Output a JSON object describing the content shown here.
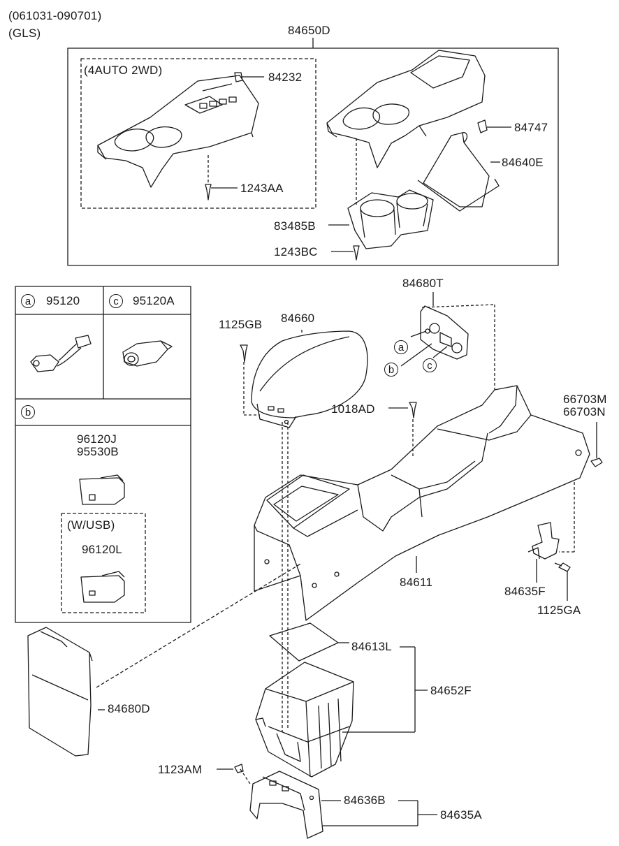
{
  "header": {
    "date_range": "(061031-090701)",
    "trim": "(GLS)"
  },
  "kit": {
    "label": "84650D",
    "sub_box_label": "(4AUTO 2WD)"
  },
  "legend": {
    "cells": [
      {
        "letter": "a",
        "part": "95120"
      },
      {
        "letter": "c",
        "part": "95120A"
      },
      {
        "letter": "b",
        "part": ""
      }
    ],
    "switch_parts": [
      "96120J",
      "95530B"
    ],
    "usb_box_label": "(W/USB)",
    "usb_part": "96120L"
  },
  "callouts": {
    "a": "a",
    "b": "b",
    "c": "c"
  },
  "parts": {
    "p84232": "84232",
    "p1243AA": "1243AA",
    "p84747": "84747",
    "p84640E": "84640E",
    "p83485B": "83485B",
    "p1243BC": "1243BC",
    "p84680T": "84680T",
    "p1125GB": "1125GB",
    "p84660": "84660",
    "p1018AD": "1018AD",
    "p66703M": "66703M",
    "p66703N": "66703N",
    "p84611": "84611",
    "p84635F": "84635F",
    "p1125GA": "1125GA",
    "p84613L": "84613L",
    "p84652F": "84652F",
    "p84680D": "84680D",
    "p1123AM": "1123AM",
    "p84636B": "84636B",
    "p84635A": "84635A"
  }
}
